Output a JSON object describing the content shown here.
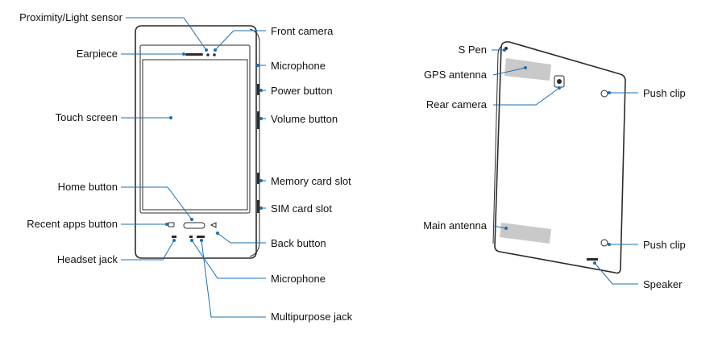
{
  "front_view": {
    "labels": {
      "proximity_sensor": "Proximity/Light sensor",
      "front_camera": "Front camera",
      "earpiece": "Earpiece",
      "microphone_top": "Microphone",
      "power_button": "Power button",
      "touch_screen": "Touch screen",
      "volume_button": "Volume button",
      "memory_card_slot": "Memory card slot",
      "home_button": "Home button",
      "sim_card_slot": "SIM card slot",
      "recent_apps_button": "Recent apps button",
      "back_button": "Back button",
      "headset_jack": "Headset jack",
      "microphone_bottom": "Microphone",
      "multipurpose_jack": "Multipurpose jack"
    }
  },
  "back_view": {
    "labels": {
      "s_pen": "S Pen",
      "gps_antenna": "GPS antenna",
      "rear_camera": "Rear camera",
      "push_clip_top": "Push clip",
      "main_antenna": "Main antenna",
      "push_clip_bottom": "Push clip",
      "speaker": "Speaker"
    }
  },
  "colors": {
    "leader": "#1a6fb5",
    "outline": "#2b2b2b",
    "antenna_fill": "#c9c9c9"
  }
}
